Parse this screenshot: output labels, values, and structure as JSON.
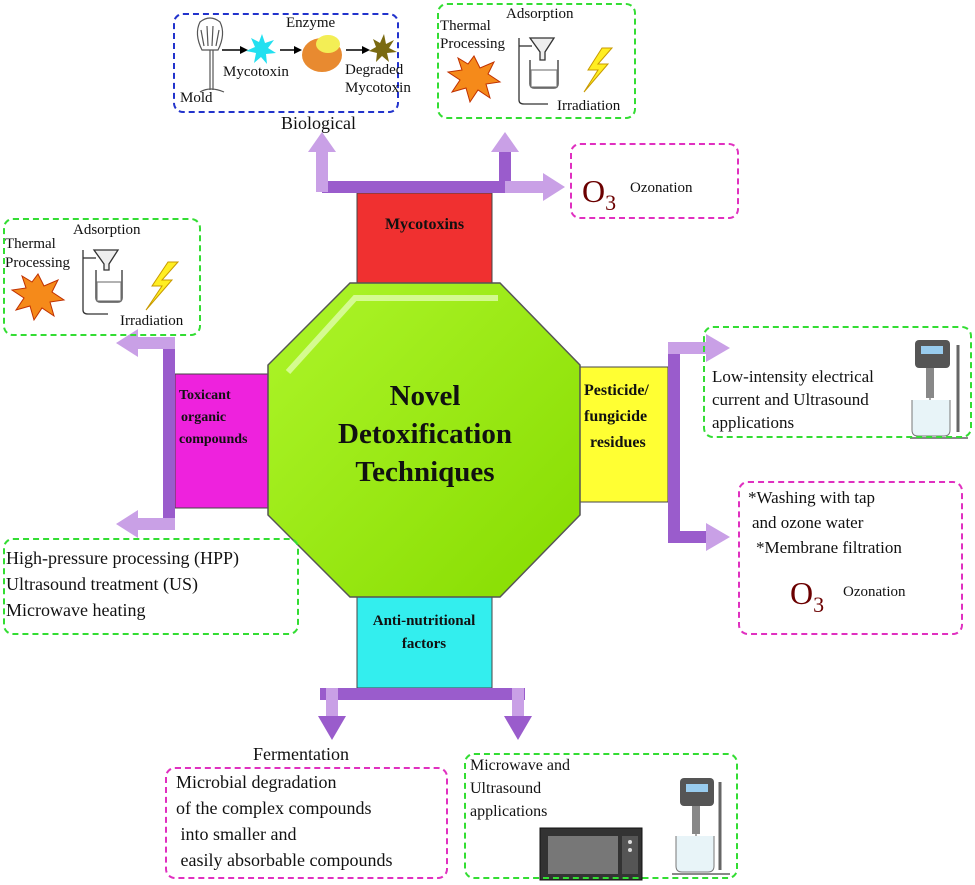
{
  "center": {
    "line1": "Novel",
    "line2": "Detoxification",
    "line3": "Techniques"
  },
  "categories": {
    "mycotoxins": "Mycotoxins",
    "pesticide_line1": "Pesticide/",
    "pesticide_line2": "fungicide",
    "pesticide_line3": "residues",
    "anti_line1": "Anti-nutritional",
    "anti_line2": "factors",
    "toxicant_line1": "Toxicant",
    "toxicant_line2": "organic",
    "toxicant_line3": "compounds"
  },
  "biological_box": {
    "enzyme": "Enzyme",
    "mycotoxin": "Mycotoxin",
    "degraded1": "Degraded",
    "degraded2": "Mycotoxin",
    "mold": "Mold",
    "caption": "Biological"
  },
  "physical_box_top": {
    "thermal1": "Thermal",
    "thermal2": "Processing",
    "adsorption": "Adsorption",
    "irradiation": "Irradiation"
  },
  "ozonation_top": {
    "o": "O",
    "sub": "3",
    "label": "Ozonation"
  },
  "physical_box_left": {
    "thermal1": "Thermal",
    "thermal2": "Processing",
    "adsorption": "Adsorption",
    "irradiation": "Irradiation"
  },
  "left_methods": {
    "line1": "High-pressure  processing (HPP)",
    "line2": "Ultrasound treatment  (US)",
    "line3": "Microwave heating"
  },
  "electrical_box": {
    "line1": "Low-intensity electrical",
    "line2": "current and Ultrasound",
    "line3": "applications"
  },
  "washing_box": {
    "line1": "*Washing with tap",
    "line2": "and ozone water",
    "line3": "*Membrane filtration",
    "o": "O",
    "sub": "3",
    "label": "Ozonation"
  },
  "fermentation": {
    "title": "Fermentation",
    "line1": "Microbial degradation",
    "line2": "of the complex compounds",
    "line3": " into smaller and",
    "line4": " easily absorbable compounds"
  },
  "microwave_box": {
    "line1": "Microwave and",
    "line2": "Ultrasound",
    "line3": "applications"
  },
  "colors": {
    "octagon": "#8fe600",
    "mycotoxins": "#f03030",
    "pesticide": "#ffff33",
    "anti_nutritional": "#33eeee",
    "toxicant": "#ee22dd",
    "arrow_dark": "#9a5ccc",
    "arrow_light": "#c9a0e6"
  }
}
